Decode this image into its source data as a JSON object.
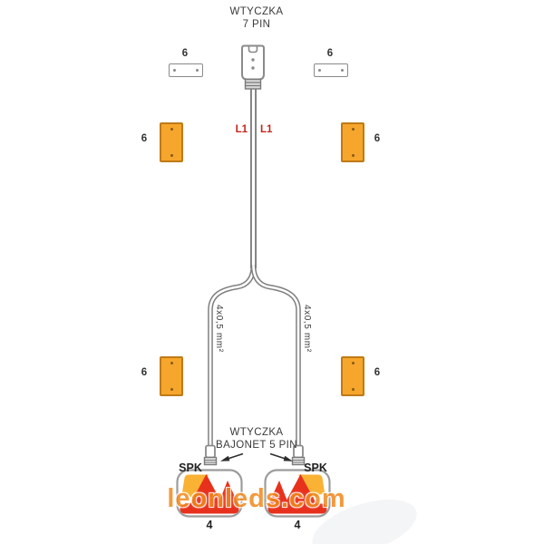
{
  "colors": {
    "text_dark": "#3b3b3b",
    "outline_gray": "#8a8a8a",
    "cable_gray": "#7f7f7f",
    "wire_label_red": "#c4271f",
    "marker_fill": "#f6a62c",
    "marker_border": "#bf7a16",
    "marker_dot": "#8a5a10",
    "lamp_red": "#e8311c",
    "lamp_amber": "#f9b233",
    "watermark_orange": "#f0891d"
  },
  "top_connector": {
    "title_line1": "WTYCZKA",
    "title_line2": "7 PIN"
  },
  "main_wires": {
    "left_label": "L1",
    "right_label": "L1"
  },
  "branch_wires": {
    "left_label": "4x0,5 mm²",
    "right_label": "4x0,5 mm²"
  },
  "bottom_connector": {
    "title_line1": "WTYCZKA",
    "title_line2": "BAJONET 5 PIN",
    "left_plug_label": "SPK",
    "right_plug_label": "SPK"
  },
  "plate_lights": {
    "left": {
      "ref": "6"
    },
    "right": {
      "ref": "6"
    }
  },
  "side_markers": {
    "top_left": {
      "ref": "6"
    },
    "top_right": {
      "ref": "6"
    },
    "bottom_left": {
      "ref": "6"
    },
    "bottom_right": {
      "ref": "6"
    }
  },
  "tail_lamps": {
    "left": {
      "ref": "4"
    },
    "right": {
      "ref": "4"
    }
  },
  "watermark": {
    "text": "leonleds.com"
  }
}
